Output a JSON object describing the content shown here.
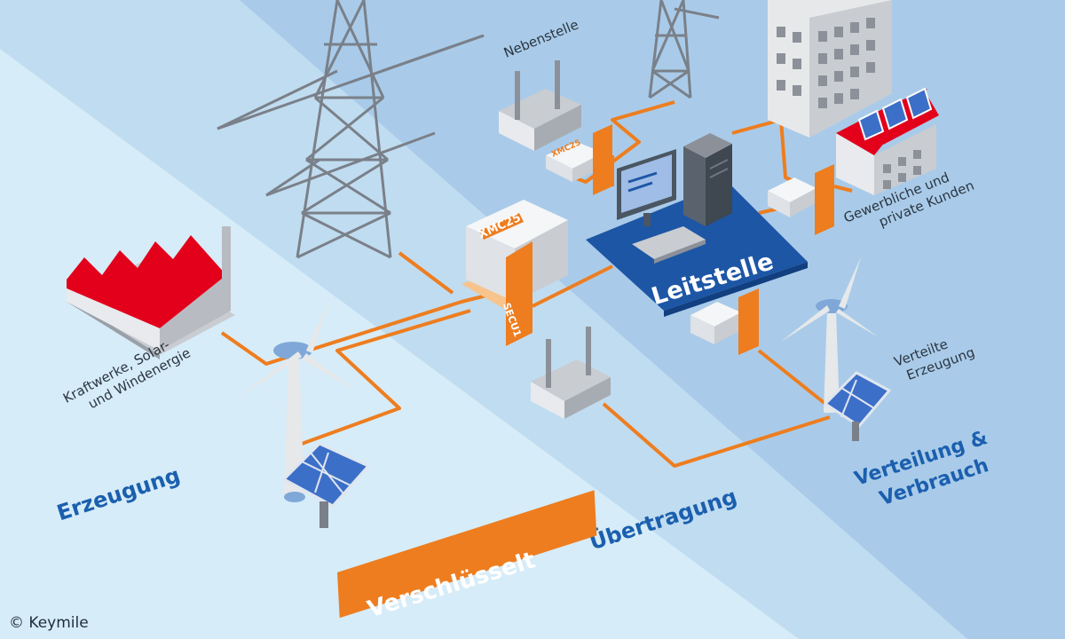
{
  "zones": {
    "erzeugung": "Erzeugung",
    "uebertragung": "Übertragung",
    "verteilung_line1": "Verteilung &",
    "verteilung_line2": "Verbrauch"
  },
  "labels": {
    "nebenstelle": "Nebenstelle",
    "kraftwerke_line1": "Kraftwerke, Solar-",
    "kraftwerke_line2": "und Windenergie",
    "kunden_line1": "Gewerbliche und",
    "kunden_line2": "private Kunden",
    "verteilte_line1": "Verteilte",
    "verteilte_line2": "Erzeugung",
    "leitstelle": "Leitstelle",
    "verschluesselt": "Verschlüsselt",
    "xmc_main": "XMC25",
    "xmc_small": "XMC25",
    "secure_device": "SECU1"
  },
  "copyright": "© Keymile",
  "colors": {
    "zone_light": "#d6ecf8",
    "zone_mid": "#c0dcf0",
    "zone_dark": "#a9cbe9",
    "accent_orange": "#ee7d1f",
    "leitstelle_blue": "#1d56a5",
    "text_blue": "#1b5fae",
    "factory_red": "#e3001b"
  }
}
